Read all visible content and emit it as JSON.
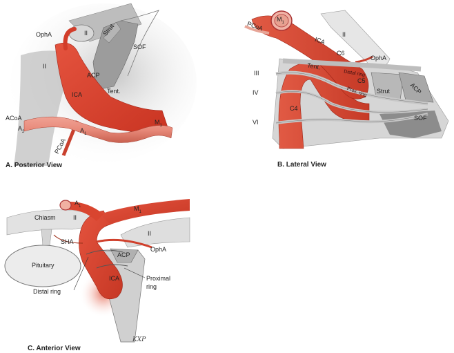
{
  "colors": {
    "artery": "#d9412e",
    "artery_light": "#ec7a68",
    "artery_dark": "#a8281b",
    "nerve": "#c8c8c8",
    "bone": "#a9a9a9",
    "background": "#ffffff"
  },
  "panels": [
    {
      "caption": "A. Posterior View",
      "labels": {
        "opha": "OphA",
        "optic_nerve_top": "II",
        "strut": "Strut",
        "sof": "SOF",
        "optic_nerve_left": "II",
        "acp": "ACP",
        "tent": "Tent.",
        "ica": "ICA",
        "acoa": "ACoA",
        "a2": "A",
        "a2_sub": "2",
        "a1": "A",
        "a1_sub": "1",
        "m1": "M",
        "m1_sub": "1",
        "pcoa": "PCoA"
      }
    },
    {
      "caption": "B. Lateral View",
      "labels": {
        "m1": "M",
        "m1_sub": "1",
        "pcoa": "PCoA",
        "optic_nerve": "II",
        "ica": "ICA",
        "c6": "C6",
        "opha": "OphA",
        "tent": "Tent.",
        "cn3": "III",
        "cn4": "IV",
        "cn6": "VI",
        "distal_ring": "Distal ring",
        "c5": "C5",
        "prox_ring": "Prox. ring",
        "strut": "Strut",
        "acp": "ACP",
        "c4": "C4",
        "sof": "SOF"
      }
    },
    {
      "caption": "C. Anterior View",
      "labels": {
        "a1": "A",
        "a1_sub": "1",
        "m1": "M",
        "m1_sub": "1",
        "chiasm": "Chiasm",
        "optic_nerve_left": "II",
        "optic_nerve_right": "II",
        "sha": "SHA",
        "opha": "OphA",
        "acp": "ACP",
        "pituitary": "Pituitary",
        "ica": "ICA",
        "proximal_ring": "Proximal ring",
        "distal_ring": "Distal ring",
        "signature": "KXP"
      }
    }
  ]
}
